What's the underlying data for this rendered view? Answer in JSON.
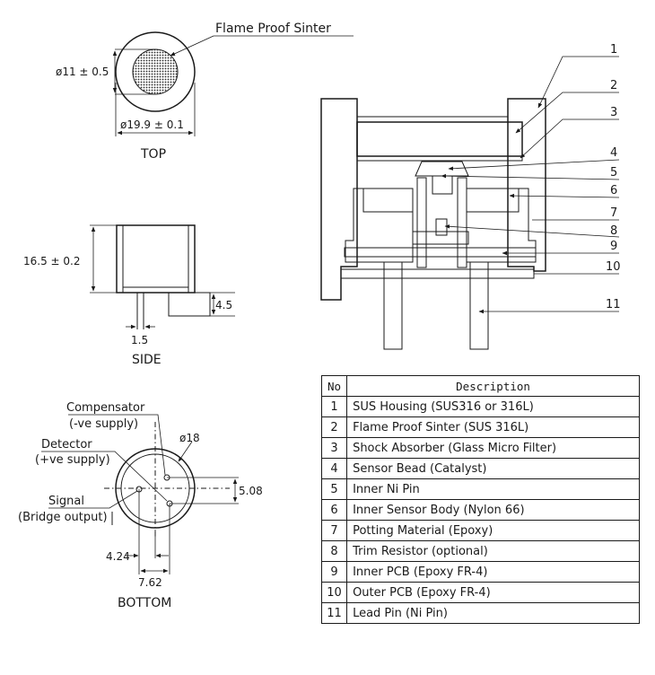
{
  "top_view": {
    "callout": "Flame Proof Sinter",
    "dim_inner": "ø11 ± 0.5",
    "dim_outer": "ø19.9 ± 0.1",
    "caption": "TOP"
  },
  "side_view": {
    "dim_height": "16.5 ± 0.2",
    "dim_pin_length": "4.5",
    "dim_pin_width": "1.5",
    "caption": "SIDE"
  },
  "bottom_view": {
    "compensator": "Compensator",
    "compensator_note": "(-ve supply)",
    "detector": "Detector",
    "detector_note": "(+ve supply)",
    "signal": "Signal",
    "signal_note": "(Bridge output)",
    "dim_circle": "ø18",
    "dim_vertical": "5.08",
    "dim_offset": "4.24",
    "dim_spacing": "7.62",
    "caption": "BOTTOM"
  },
  "section_numbers": [
    "1",
    "2",
    "3",
    "4",
    "5",
    "6",
    "7",
    "8",
    "9",
    "10",
    "11"
  ],
  "table": {
    "header_no": "No",
    "header_desc": "Description",
    "rows": [
      {
        "no": "1",
        "desc": "SUS Housing (SUS316 or 316L)"
      },
      {
        "no": "2",
        "desc": "Flame Proof Sinter (SUS 316L)"
      },
      {
        "no": "3",
        "desc": "Shock Absorber (Glass Micro Filter)"
      },
      {
        "no": "4",
        "desc": "Sensor Bead (Catalyst)"
      },
      {
        "no": "5",
        "desc": "Inner Ni Pin"
      },
      {
        "no": "6",
        "desc": "Inner Sensor Body (Nylon 66)"
      },
      {
        "no": "7",
        "desc": "Potting Material (Epoxy)"
      },
      {
        "no": "8",
        "desc": "Trim Resistor (optional)"
      },
      {
        "no": "9",
        "desc": "Inner PCB (Epoxy FR-4)"
      },
      {
        "no": "10",
        "desc": "Outer PCB (Epoxy FR-4)"
      },
      {
        "no": "11",
        "desc": "Lead Pin (Ni Pin)"
      }
    ]
  }
}
